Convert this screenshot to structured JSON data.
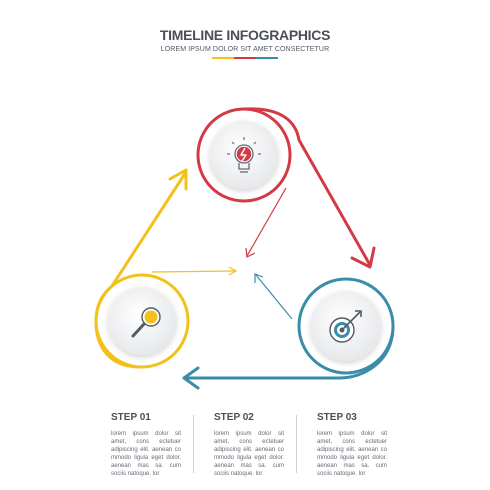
{
  "header": {
    "title": "TIMELINE INFOGRAPHICS",
    "subtitle": "LOREM IPSUM DOLOR SIT AMET CONSECTETUR",
    "bar_colors": [
      "#f2c11a",
      "#d43a46",
      "#3a8da8"
    ]
  },
  "colors": {
    "red": "#d43a46",
    "yellow": "#f2c11a",
    "blue": "#3a8da8",
    "text": "#4a4f58"
  },
  "nodes": [
    {
      "icon": "lightbulb-icon",
      "color": "#d43a46"
    },
    {
      "icon": "target-icon",
      "color": "#3a8da8"
    },
    {
      "icon": "magnifier-icon",
      "color": "#f2c11a"
    }
  ],
  "steps": [
    {
      "title": "STEP 01",
      "text": "lorem ipsum dolor sit amet, cons ectetuer adipiscing elit. aenean co mmodo ligula eget dolor. aenean mas sa. cum sociis natoque. lor"
    },
    {
      "title": "STEP 02",
      "text": "lorem ipsum dolor sit amet, cons ectetuer adipiscing elit. aenean co mmodo ligula eget dolor. aenean mas sa. cum sociis natoque. lor"
    },
    {
      "title": "STEP 03",
      "text": "lorem ipsum dolor sit amet, cons ectetuer adipiscing elit. aenean co mmodo ligula eget dolor. aenean mas sa. cum sociis natoque. lor"
    }
  ]
}
